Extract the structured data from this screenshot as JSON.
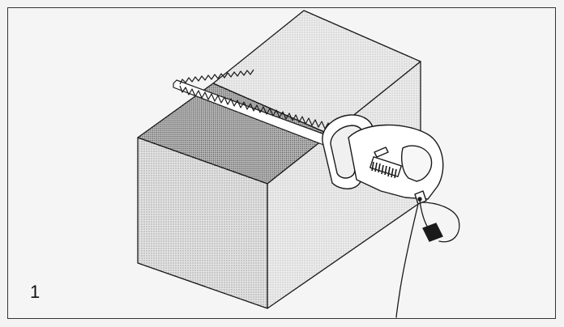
{
  "figure": {
    "number": "1"
  },
  "colors": {
    "ink": "#111111",
    "paper": "#f5f5f5",
    "hedge_top": "#dedede",
    "hedge_front": "#d4d4d4",
    "hedge_side": "#dddddd",
    "cut_face": "#a8a8a8"
  },
  "icons": [
    "hedge-block",
    "hedge-trimmer",
    "power-cord"
  ]
}
